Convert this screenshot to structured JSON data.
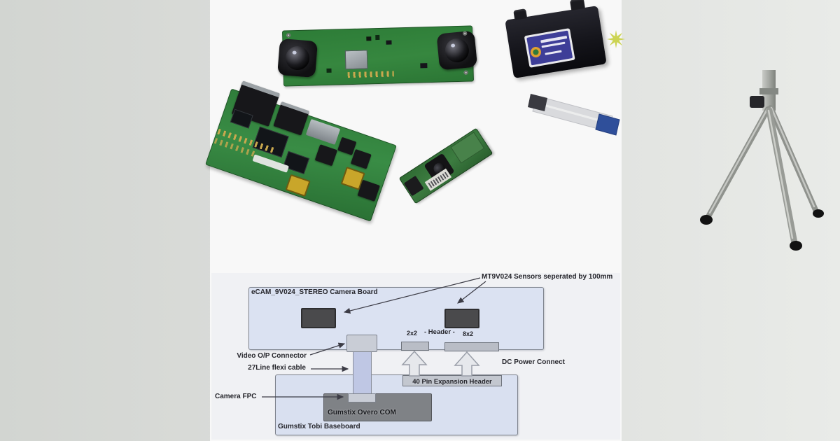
{
  "diagram": {
    "camera_board_label": "eCAM_9V024_STEREO Camera Board",
    "sensors_annotation": "MT9V024 Sensors seperated by 100mm",
    "header_left": "2x2",
    "header_mid": "- Header -",
    "header_right": "8x2",
    "video_connector_annotation": "Video O/P Connector",
    "flexi_cable_annotation": "27Line flexi cable",
    "dc_power_annotation": "DC Power Connect",
    "expansion_header_label": "40 Pin Expansion Header",
    "camera_fpc_annotation": "Camera FPC",
    "overo_com_label": "Gumstix Overo COM",
    "baseboard_label": "Gumstix Tobi Baseboard",
    "colors": {
      "board_fill": "#dbe2f2",
      "board_border": "#7d828c",
      "sensor_fill": "#4a4a4c",
      "header_bar_fill": "#b9bdc6",
      "overo_fill": "#7f8286",
      "annotation_text": "#26262c",
      "diagram_backdrop": "#f0f1f4"
    }
  },
  "photo": {
    "colors": {
      "pcb_green": "#2f7d3a",
      "stereo_pcb_green": "#2d7c37",
      "enclosure_black": "#15151b",
      "enclosure_label_blue": "#3e3e98",
      "flexi_cable_white": "#d9dadd",
      "flexi_cable_blue_end": "#2f4f9a",
      "tripod_silver": "#9ea19c",
      "photo_background": "#f8f8f8"
    }
  },
  "page": {
    "margin_left_color": "#d2d5d1",
    "margin_right_color": "#e9ebe8"
  }
}
